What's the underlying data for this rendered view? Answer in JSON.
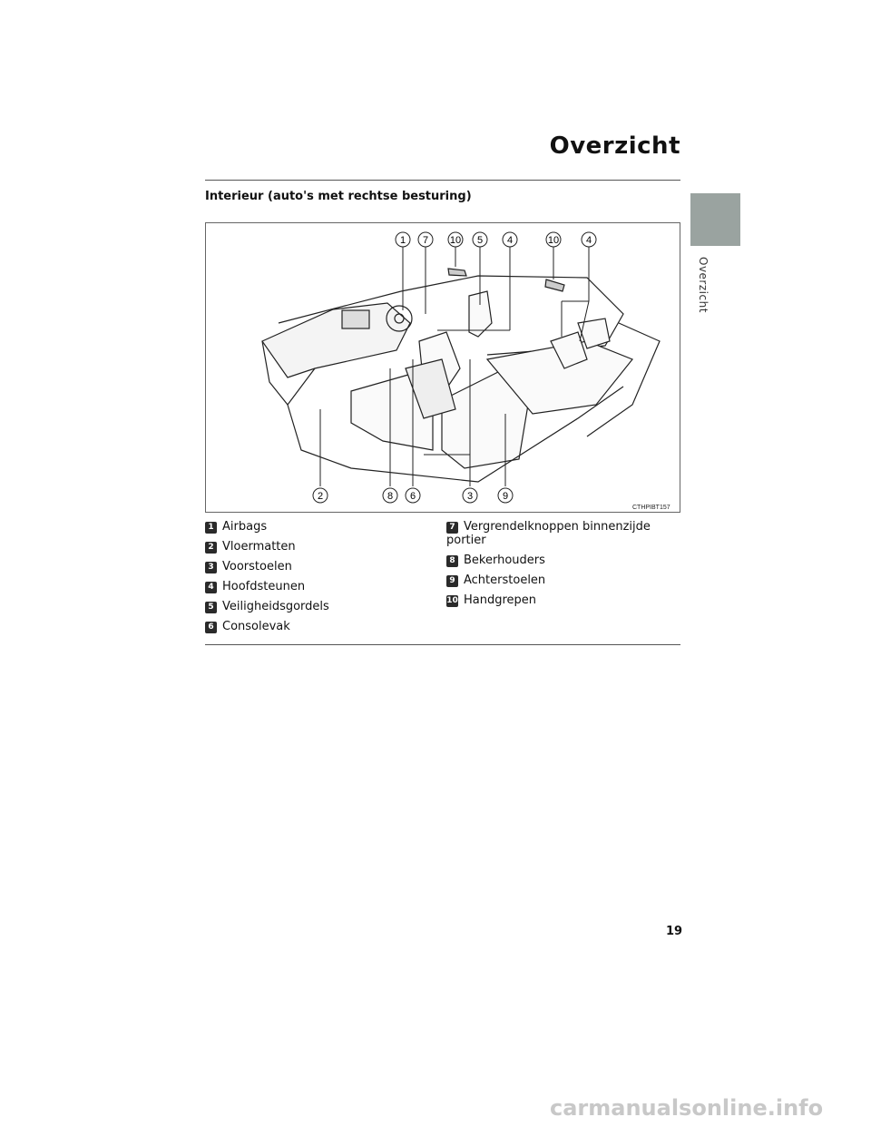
{
  "page": {
    "title": "Overzicht",
    "side_label": "Overzicht",
    "page_number": "19"
  },
  "section": {
    "heading": "Interieur (auto's met rechtse besturing)"
  },
  "figure": {
    "code": "CTHPIBT157",
    "callouts_top": [
      "1",
      "7",
      "10",
      "5",
      "4",
      "10",
      "4"
    ],
    "callouts_bottom": [
      "2",
      "8",
      "6",
      "3",
      "9"
    ]
  },
  "legend": {
    "col1": [
      {
        "num": "1",
        "label": "Airbags"
      },
      {
        "num": "2",
        "label": "Vloermatten"
      },
      {
        "num": "3",
        "label": "Voorstoelen"
      },
      {
        "num": "4",
        "label": "Hoofdsteunen"
      },
      {
        "num": "5",
        "label": "Veiligheidsgordels"
      },
      {
        "num": "6",
        "label": "Consolevak"
      }
    ],
    "col2": [
      {
        "num": "7",
        "label": "Vergrendelknoppen binnenzijde portier"
      },
      {
        "num": "8",
        "label": "Bekerhouders"
      },
      {
        "num": "9",
        "label": "Achterstoelen"
      },
      {
        "num": "10",
        "label": "Handgrepen"
      }
    ]
  },
  "footer": {
    "watermark": "carmanualsonline.info"
  }
}
